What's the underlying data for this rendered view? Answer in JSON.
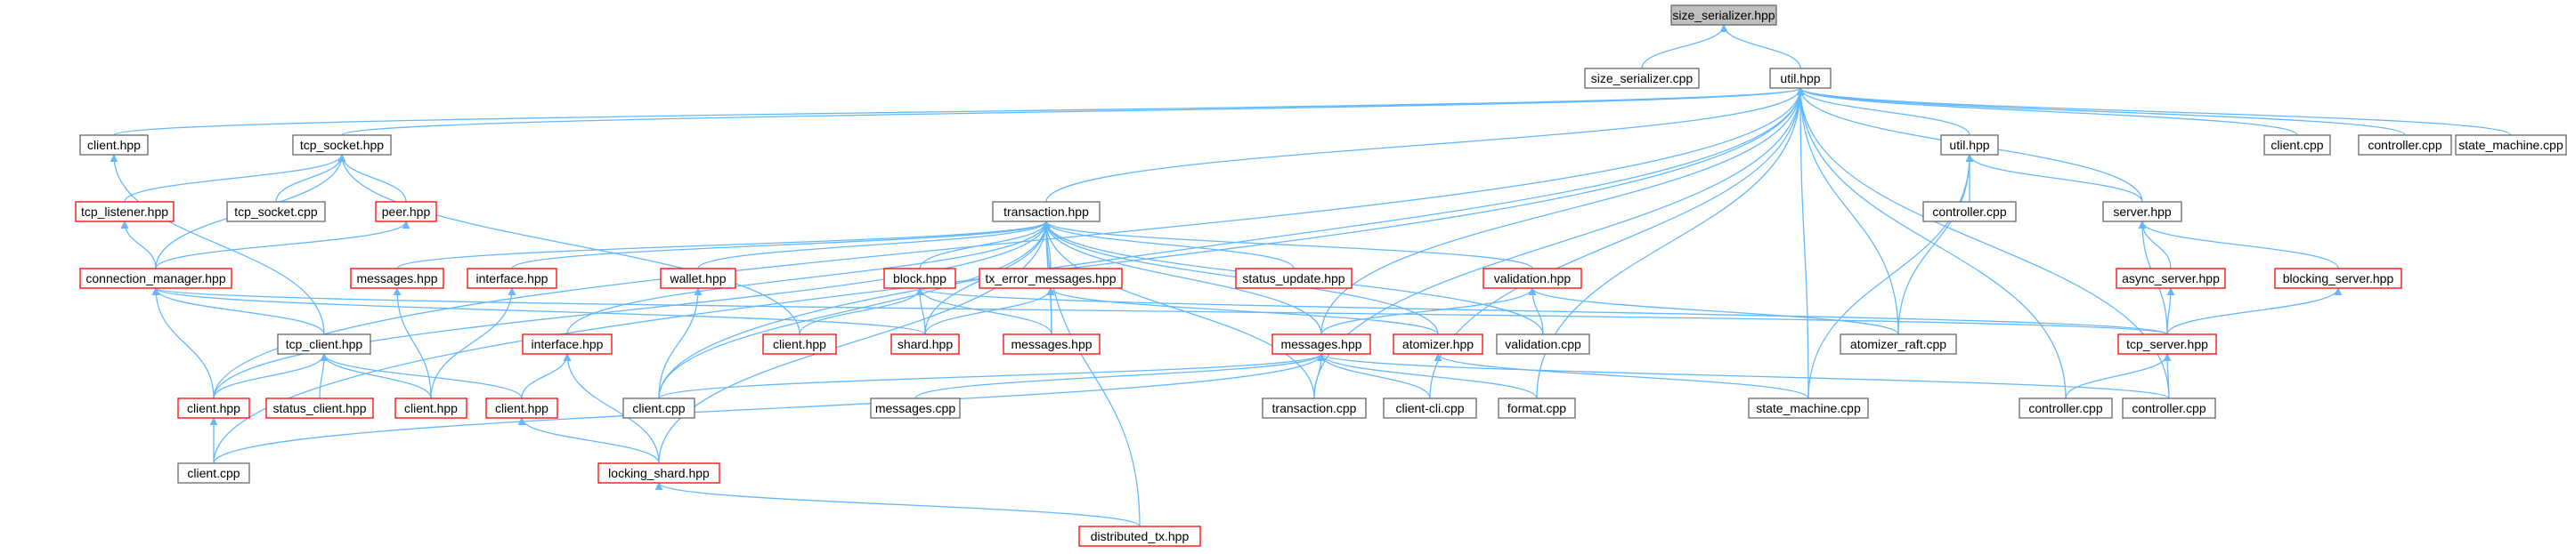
{
  "diagram": {
    "title": "",
    "colors": {
      "background": "#ffffff",
      "edge": "#63b8ff",
      "node_fill": "#ffffff",
      "root_fill": "#bfbfbf",
      "border_normal": "#666666",
      "border_truncated": "#ff0000",
      "text": "#000000"
    },
    "nodes": [
      {
        "id": "size_serializer_hpp",
        "label": "size_serializer.hpp",
        "style": "root"
      },
      {
        "id": "size_serializer_cpp",
        "label": "size_serializer.cpp",
        "style": "normal"
      },
      {
        "id": "util_hpp",
        "label": "util.hpp",
        "style": "normal"
      },
      {
        "id": "client_hpp_top",
        "label": "client.hpp",
        "style": "normal"
      },
      {
        "id": "tcp_socket_hpp",
        "label": "tcp_socket.hpp",
        "style": "normal"
      },
      {
        "id": "util_hpp_2",
        "label": "util.hpp",
        "style": "normal"
      },
      {
        "id": "client_cpp_top",
        "label": "client.cpp",
        "style": "normal"
      },
      {
        "id": "controller_cpp_top",
        "label": "controller.cpp",
        "style": "normal"
      },
      {
        "id": "state_machine_cpp_top",
        "label": "state_machine.cpp",
        "style": "normal"
      },
      {
        "id": "tcp_listener_hpp",
        "label": "tcp_listener.hpp",
        "style": "truncated"
      },
      {
        "id": "tcp_socket_cpp",
        "label": "tcp_socket.cpp",
        "style": "normal"
      },
      {
        "id": "peer_hpp",
        "label": "peer.hpp",
        "style": "truncated"
      },
      {
        "id": "transaction_hpp",
        "label": "transaction.hpp",
        "style": "normal"
      },
      {
        "id": "controller_cpp_mid",
        "label": "controller.cpp",
        "style": "normal"
      },
      {
        "id": "server_hpp",
        "label": "server.hpp",
        "style": "normal"
      },
      {
        "id": "connection_manager_hpp",
        "label": "connection_manager.hpp",
        "style": "truncated"
      },
      {
        "id": "messages_hpp_left",
        "label": "messages.hpp",
        "style": "truncated"
      },
      {
        "id": "interface_hpp_a",
        "label": "interface.hpp",
        "style": "truncated"
      },
      {
        "id": "wallet_hpp",
        "label": "wallet.hpp",
        "style": "truncated"
      },
      {
        "id": "block_hpp",
        "label": "block.hpp",
        "style": "truncated"
      },
      {
        "id": "tx_error_messages_hpp",
        "label": "tx_error_messages.hpp",
        "style": "truncated"
      },
      {
        "id": "status_update_hpp",
        "label": "status_update.hpp",
        "style": "truncated"
      },
      {
        "id": "validation_hpp",
        "label": "validation.hpp",
        "style": "truncated"
      },
      {
        "id": "async_server_hpp",
        "label": "async_server.hpp",
        "style": "truncated"
      },
      {
        "id": "blocking_server_hpp",
        "label": "blocking_server.hpp",
        "style": "truncated"
      },
      {
        "id": "tcp_client_hpp",
        "label": "tcp_client.hpp",
        "style": "normal"
      },
      {
        "id": "interface_hpp_b",
        "label": "interface.hpp",
        "style": "truncated"
      },
      {
        "id": "client_hpp_mid",
        "label": "client.hpp",
        "style": "truncated"
      },
      {
        "id": "shard_hpp",
        "label": "shard.hpp",
        "style": "truncated"
      },
      {
        "id": "messages_hpp_mid",
        "label": "messages.hpp",
        "style": "truncated"
      },
      {
        "id": "messages_hpp_main",
        "label": "messages.hpp",
        "style": "truncated"
      },
      {
        "id": "atomizer_hpp",
        "label": "atomizer.hpp",
        "style": "truncated"
      },
      {
        "id": "validation_cpp",
        "label": "validation.cpp",
        "style": "normal"
      },
      {
        "id": "atomizer_raft_cpp",
        "label": "atomizer_raft.cpp",
        "style": "normal"
      },
      {
        "id": "tcp_server_hpp",
        "label": "tcp_server.hpp",
        "style": "truncated"
      },
      {
        "id": "client_hpp_l1",
        "label": "client.hpp",
        "style": "truncated"
      },
      {
        "id": "status_client_hpp",
        "label": "status_client.hpp",
        "style": "truncated"
      },
      {
        "id": "client_hpp_l2",
        "label": "client.hpp",
        "style": "truncated"
      },
      {
        "id": "client_hpp_l3",
        "label": "client.hpp",
        "style": "truncated"
      },
      {
        "id": "client_cpp_mid",
        "label": "client.cpp",
        "style": "normal"
      },
      {
        "id": "messages_cpp",
        "label": "messages.cpp",
        "style": "normal"
      },
      {
        "id": "transaction_cpp",
        "label": "transaction.cpp",
        "style": "normal"
      },
      {
        "id": "client_cli_cpp",
        "label": "client-cli.cpp",
        "style": "normal"
      },
      {
        "id": "format_cpp",
        "label": "format.cpp",
        "style": "normal"
      },
      {
        "id": "state_machine_cpp",
        "label": "state_machine.cpp",
        "style": "normal"
      },
      {
        "id": "controller_cpp_b1",
        "label": "controller.cpp",
        "style": "normal"
      },
      {
        "id": "controller_cpp_b2",
        "label": "controller.cpp",
        "style": "normal"
      },
      {
        "id": "client_cpp_bottom",
        "label": "client.cpp",
        "style": "normal"
      },
      {
        "id": "locking_shard_hpp",
        "label": "locking_shard.hpp",
        "style": "truncated"
      },
      {
        "id": "distributed_tx_hpp",
        "label": "distributed_tx.hpp",
        "style": "truncated"
      }
    ],
    "edges": [
      [
        "size_serializer_cpp",
        "size_serializer_hpp"
      ],
      [
        "util_hpp",
        "size_serializer_hpp"
      ],
      [
        "client_hpp_top",
        "util_hpp"
      ],
      [
        "tcp_socket_hpp",
        "util_hpp"
      ],
      [
        "util_hpp_2",
        "util_hpp"
      ],
      [
        "client_cpp_top",
        "util_hpp"
      ],
      [
        "controller_cpp_top",
        "util_hpp"
      ],
      [
        "state_machine_cpp_top",
        "util_hpp"
      ],
      [
        "transaction_hpp",
        "util_hpp"
      ],
      [
        "server_hpp",
        "util_hpp"
      ],
      [
        "client_cpp_bottom",
        "util_hpp"
      ],
      [
        "client_hpp_l1",
        "util_hpp"
      ],
      [
        "client_cpp_mid",
        "util_hpp"
      ],
      [
        "atomizer_raft_cpp",
        "util_hpp"
      ],
      [
        "state_machine_cpp",
        "util_hpp"
      ],
      [
        "format_cpp",
        "util_hpp"
      ],
      [
        "client_cli_cpp",
        "util_hpp"
      ],
      [
        "transaction_cpp",
        "util_hpp"
      ],
      [
        "controller_cpp_b1",
        "util_hpp"
      ],
      [
        "controller_cpp_b2",
        "util_hpp"
      ],
      [
        "messages_hpp_main",
        "util_hpp"
      ],
      [
        "tcp_client_hpp",
        "client_hpp_top"
      ],
      [
        "tcp_listener_hpp",
        "tcp_socket_hpp"
      ],
      [
        "tcp_socket_cpp",
        "tcp_socket_hpp"
      ],
      [
        "peer_hpp",
        "tcp_socket_hpp"
      ],
      [
        "connection_manager_hpp",
        "tcp_socket_hpp"
      ],
      [
        "client_hpp_mid",
        "tcp_socket_hpp"
      ],
      [
        "controller_cpp_mid",
        "util_hpp_2"
      ],
      [
        "server_hpp",
        "util_hpp_2"
      ],
      [
        "atomizer_raft_cpp",
        "util_hpp_2"
      ],
      [
        "state_machine_cpp",
        "util_hpp_2"
      ],
      [
        "connection_manager_hpp",
        "tcp_listener_hpp"
      ],
      [
        "connection_manager_hpp",
        "peer_hpp"
      ],
      [
        "messages_hpp_left",
        "transaction_hpp"
      ],
      [
        "interface_hpp_a",
        "transaction_hpp"
      ],
      [
        "wallet_hpp",
        "transaction_hpp"
      ],
      [
        "block_hpp",
        "transaction_hpp"
      ],
      [
        "tx_error_messages_hpp",
        "transaction_hpp"
      ],
      [
        "status_update_hpp",
        "transaction_hpp"
      ],
      [
        "validation_hpp",
        "transaction_hpp"
      ],
      [
        "interface_hpp_b",
        "transaction_hpp"
      ],
      [
        "client_hpp_l1",
        "transaction_hpp"
      ],
      [
        "client_cpp_mid",
        "transaction_hpp"
      ],
      [
        "shard_hpp",
        "transaction_hpp"
      ],
      [
        "messages_hpp_mid",
        "transaction_hpp"
      ],
      [
        "messages_hpp_main",
        "transaction_hpp"
      ],
      [
        "atomizer_hpp",
        "transaction_hpp"
      ],
      [
        "validation_cpp",
        "transaction_hpp"
      ],
      [
        "transaction_cpp",
        "transaction_hpp"
      ],
      [
        "locking_shard_hpp",
        "transaction_hpp"
      ],
      [
        "distributed_tx_hpp",
        "transaction_hpp"
      ],
      [
        "async_server_hpp",
        "server_hpp"
      ],
      [
        "blocking_server_hpp",
        "server_hpp"
      ],
      [
        "tcp_server_hpp",
        "server_hpp"
      ],
      [
        "tcp_client_hpp",
        "connection_manager_hpp"
      ],
      [
        "client_hpp_l1",
        "connection_manager_hpp"
      ],
      [
        "shard_hpp",
        "connection_manager_hpp"
      ],
      [
        "tcp_server_hpp",
        "connection_manager_hpp"
      ],
      [
        "client_hpp_l2",
        "messages_hpp_left"
      ],
      [
        "client_hpp_l2",
        "interface_hpp_a"
      ],
      [
        "client_cpp_mid",
        "wallet_hpp"
      ],
      [
        "client_hpp_mid",
        "block_hpp"
      ],
      [
        "shard_hpp",
        "block_hpp"
      ],
      [
        "messages_hpp_mid",
        "block_hpp"
      ],
      [
        "tcp_server_hpp",
        "block_hpp"
      ],
      [
        "shard_hpp",
        "tx_error_messages_hpp"
      ],
      [
        "messages_hpp_mid",
        "tx_error_messages_hpp"
      ],
      [
        "atomizer_hpp",
        "tx_error_messages_hpp"
      ],
      [
        "messages_hpp_main",
        "validation_hpp"
      ],
      [
        "validation_cpp",
        "validation_hpp"
      ],
      [
        "atomizer_raft_cpp",
        "validation_hpp"
      ],
      [
        "tcp_server_hpp",
        "async_server_hpp"
      ],
      [
        "tcp_server_hpp",
        "blocking_server_hpp"
      ],
      [
        "client_hpp_l1",
        "tcp_client_hpp"
      ],
      [
        "status_client_hpp",
        "tcp_client_hpp"
      ],
      [
        "client_hpp_l2",
        "tcp_client_hpp"
      ],
      [
        "client_hpp_l3",
        "tcp_client_hpp"
      ],
      [
        "client_hpp_l3",
        "interface_hpp_b"
      ],
      [
        "locking_shard_hpp",
        "interface_hpp_b"
      ],
      [
        "client_cpp_mid",
        "messages_hpp_main"
      ],
      [
        "messages_cpp",
        "messages_hpp_main"
      ],
      [
        "transaction_cpp",
        "messages_hpp_main"
      ],
      [
        "client_cli_cpp",
        "messages_hpp_main"
      ],
      [
        "format_cpp",
        "messages_hpp_main"
      ],
      [
        "controller_cpp_b2",
        "messages_hpp_main"
      ],
      [
        "client_cpp_bottom",
        "messages_hpp_main"
      ],
      [
        "state_machine_cpp",
        "atomizer_hpp"
      ],
      [
        "controller_cpp_b1",
        "tcp_server_hpp"
      ],
      [
        "controller_cpp_b2",
        "tcp_server_hpp"
      ],
      [
        "client_cpp_bottom",
        "client_hpp_l1"
      ],
      [
        "locking_shard_hpp",
        "client_hpp_l3"
      ],
      [
        "distributed_tx_hpp",
        "locking_shard_hpp"
      ]
    ]
  }
}
